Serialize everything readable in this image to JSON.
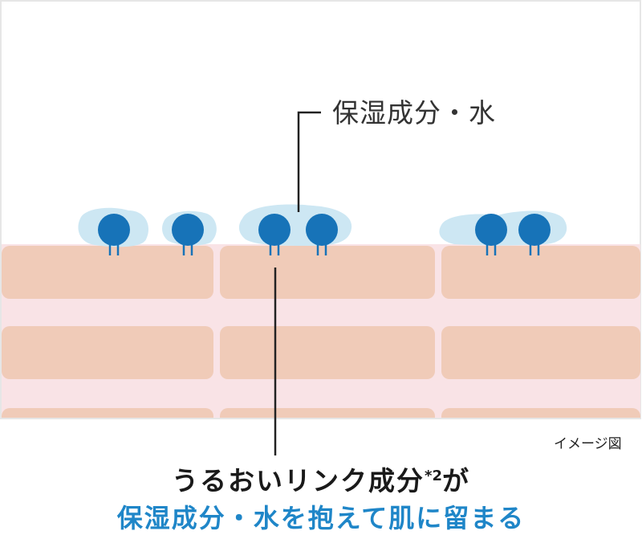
{
  "labels": {
    "top_label": "保湿成分・水",
    "image_note": "イメージ図",
    "caption_line1_main": "うるおいリンク成分",
    "caption_line1_sup": "*2",
    "caption_line1_end": "が",
    "caption_line2": "保湿成分・水を抱えて肌に留まる"
  },
  "colors": {
    "skin_cell": "#f0cbb8",
    "skin_gap": "#f9e3e6",
    "moisture_cloud": "#cde7f3",
    "molecule": "#1773b8",
    "caption_accent": "#1f86c8",
    "line": "#222222",
    "frame": "#e6e6e6"
  }
}
